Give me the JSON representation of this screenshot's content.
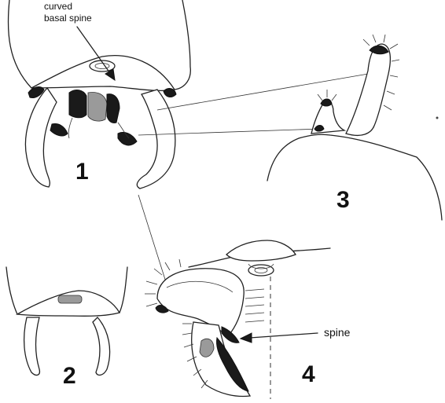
{
  "figures": {
    "fig1": {
      "number": "1",
      "callout": "curved basal spine",
      "callout_line1": "curved",
      "callout_line2": "basal spine"
    },
    "fig2": {
      "number": "2"
    },
    "fig3": {
      "number": "3"
    },
    "fig4": {
      "number": "4",
      "callout": "spine"
    }
  },
  "colors": {
    "ink": "#111111",
    "shade": "#9a9a9a",
    "paper": "#ffffff"
  }
}
